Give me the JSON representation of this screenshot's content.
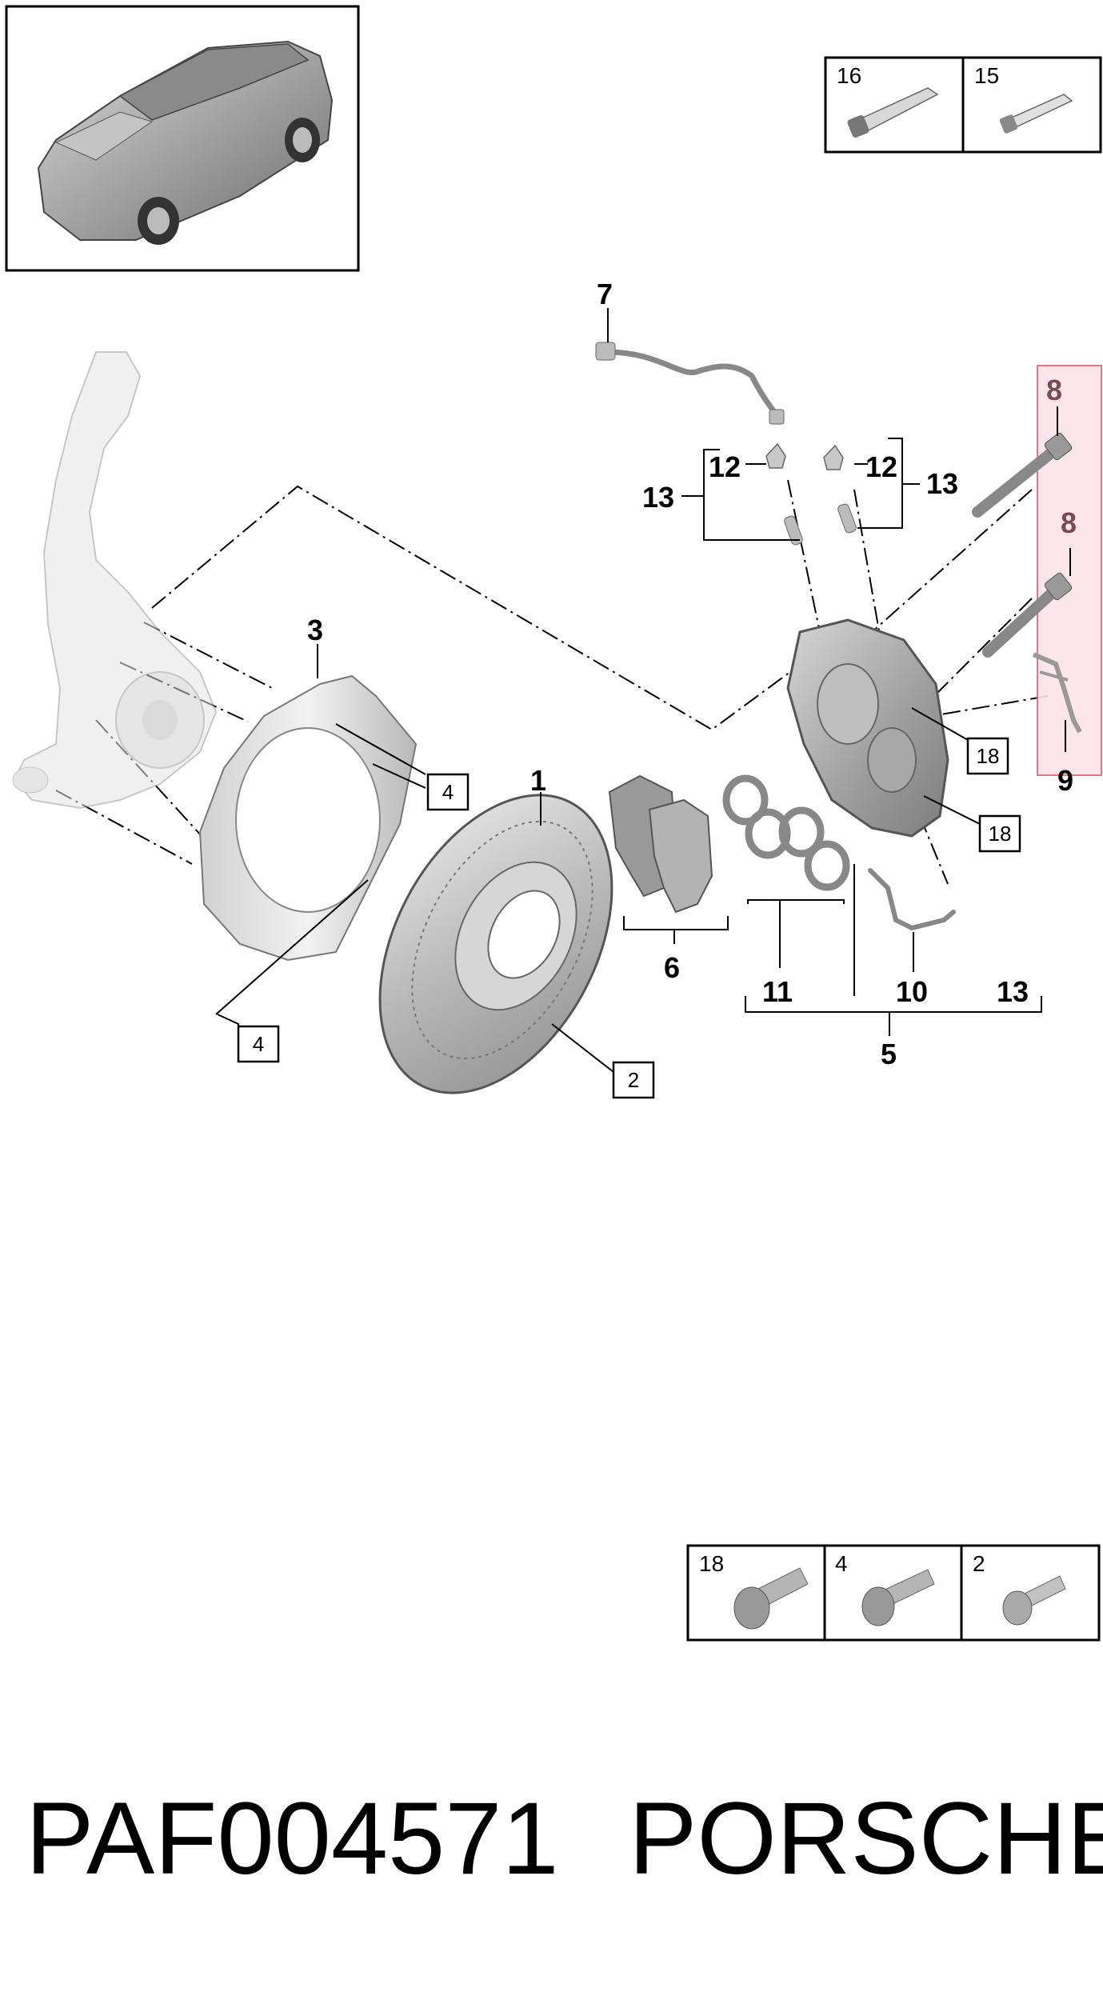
{
  "callouts": {
    "c1": "1",
    "c3": "3",
    "c5": "5",
    "c6": "6",
    "c7": "7",
    "c8a": "8",
    "c8b": "8",
    "c9": "9",
    "c10": "10",
    "c11": "11",
    "c12a": "12",
    "c12b": "12",
    "c13a": "13",
    "c13b": "13",
    "c13c": "13"
  },
  "boxed_refs": {
    "r4a": "4",
    "r4b": "4",
    "r2": "2",
    "r18a": "18",
    "r18b": "18"
  },
  "legend_top": {
    "a": "16",
    "b": "15"
  },
  "legend_bottom": {
    "a": "18",
    "b": "4",
    "c": "2"
  },
  "footer": {
    "part_number": "PAF004571",
    "brand": "PORSCHE"
  },
  "colors": {
    "highlight_fill": "#fde4e8",
    "highlight_border": "#e06a78",
    "part_gray": "#a9a9a9"
  }
}
